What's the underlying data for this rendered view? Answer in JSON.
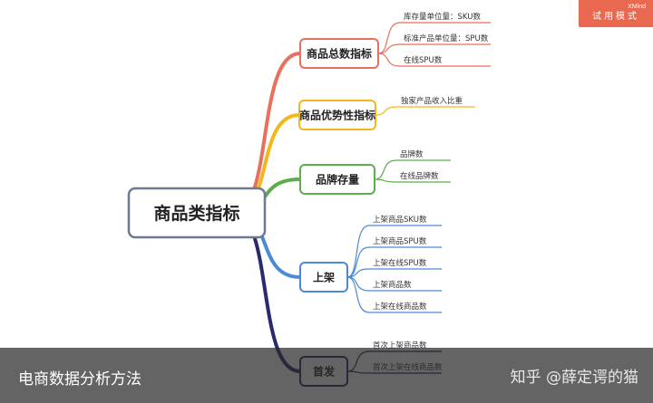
{
  "badge": {
    "brand": "XMind",
    "mode": "试用模式"
  },
  "root": {
    "label": "商品类指标"
  },
  "branches": [
    {
      "label": "商品总数指标",
      "color": "#e8705c",
      "children": [
        "库存量单位量：SKU数",
        "标准产品单位量：SPU数",
        "在线SPU数"
      ]
    },
    {
      "label": "商品优势性指标",
      "color": "#f2b71c",
      "children": [
        "独家产品收入比重"
      ]
    },
    {
      "label": "品牌存量",
      "color": "#5cae4c",
      "children": [
        "品牌数",
        "在线品牌数"
      ]
    },
    {
      "label": "上架",
      "color": "#4a8bd4",
      "children": [
        "上架商品SKU数",
        "上架商品SPU数",
        "上架在线SPU数",
        "上架商品数",
        "上架在线商品数"
      ]
    },
    {
      "label": "首发",
      "color": "#2a2a6e",
      "children": [
        "首次上架商品数",
        "首次上架在线商品数"
      ]
    }
  ],
  "footer": {
    "title": "电商数据分析方法",
    "watermark": "知乎 @薛定谔的猫"
  }
}
